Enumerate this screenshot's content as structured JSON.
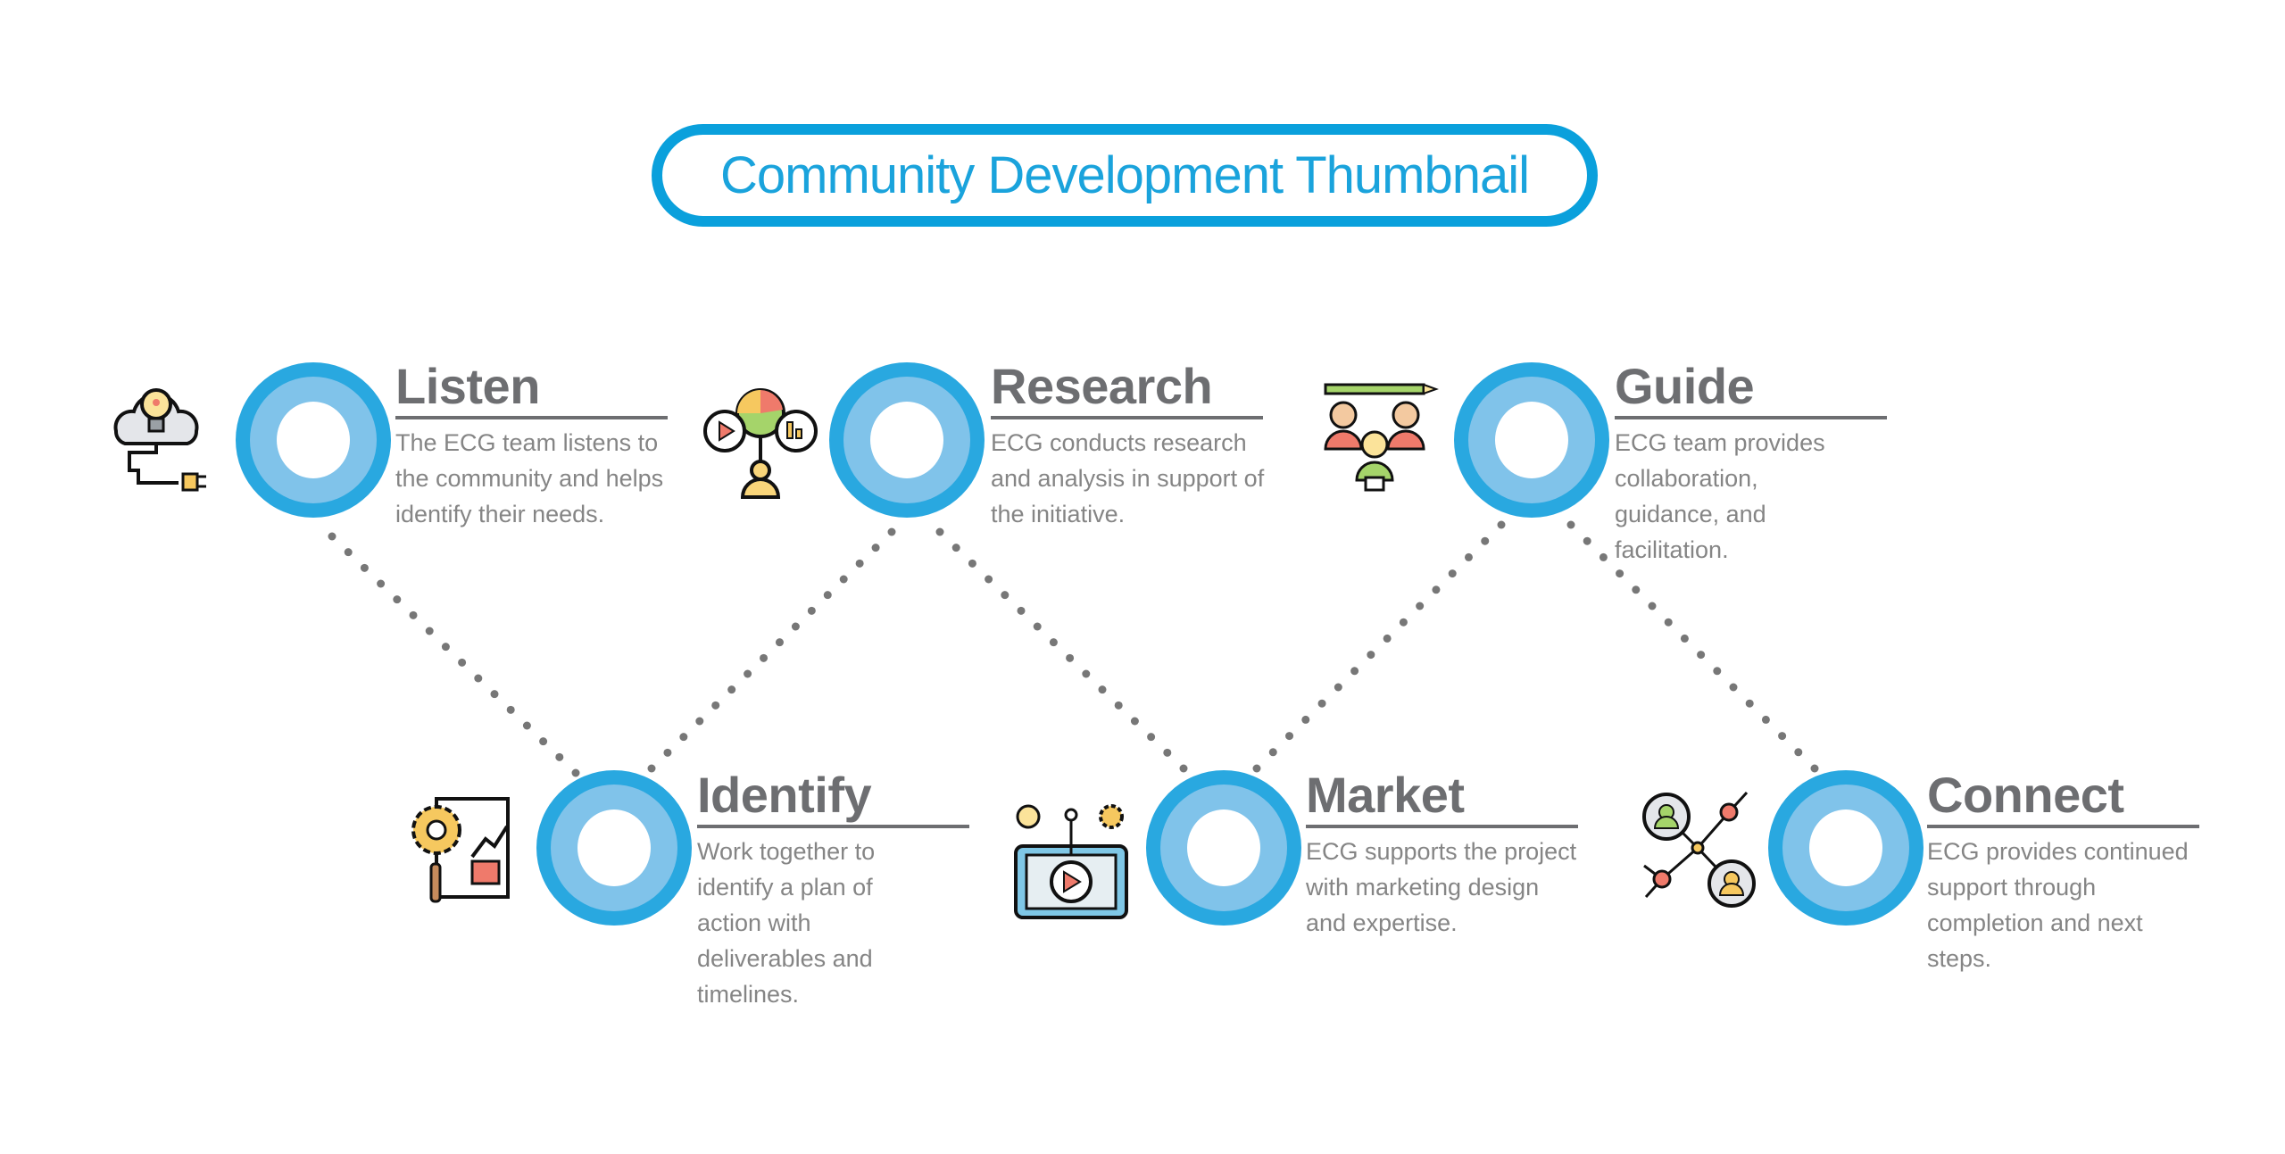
{
  "title": "Community Development Thumbnail",
  "steps": [
    {
      "name": "Listen",
      "text": "The ECG team listens to the community and helps identify their needs.",
      "icon": "cloud-lightbulb-plug-icon"
    },
    {
      "name": "Research",
      "text": "ECG conducts research and analysis in support of the initiative.",
      "icon": "analytics-person-icon"
    },
    {
      "name": "Guide",
      "text": "ECG team provides collaboration, guidance, and facilitation.",
      "icon": "team-pencil-icon"
    },
    {
      "name": "Identify",
      "text": "Work together to identify a plan of action with deliverables and timelines.",
      "icon": "gear-chart-plan-icon"
    },
    {
      "name": "Market",
      "text": "ECG supports the project with marketing design and expertise.",
      "icon": "tablet-video-marketing-icon"
    },
    {
      "name": "Connect",
      "text": "ECG provides continued support through completion and next steps.",
      "icon": "network-people-icon"
    }
  ],
  "colors": {
    "accent": "#29a8e0",
    "accent_light": "#80c3ea",
    "heading": "#6d6e71",
    "body": "#858585",
    "dots": "#777777"
  }
}
